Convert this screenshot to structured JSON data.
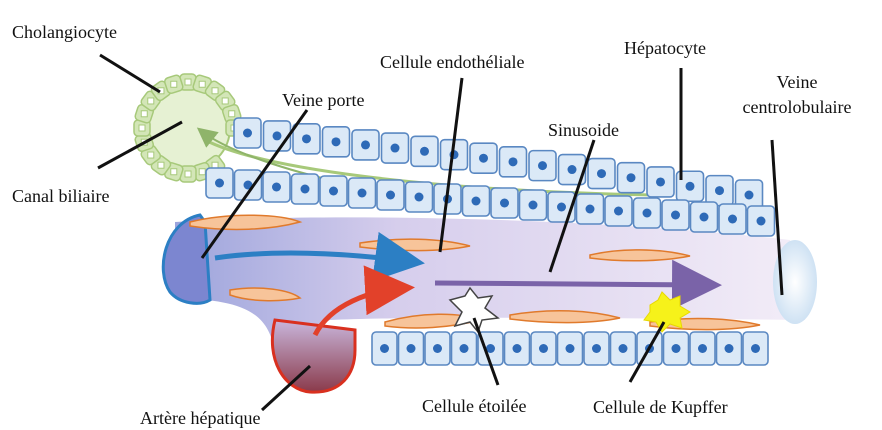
{
  "labels": {
    "cholangiocyte": "Cholangiocyte",
    "canal_biliaire": "Canal biliaire",
    "veine_porte": "Veine porte",
    "cellule_endotheliale": "Cellule endothéliale",
    "hepatocyte": "Hépatocyte",
    "veine_centrolobulaire_1": "Veine",
    "veine_centrolobulaire_2": "centrolobulaire",
    "sinusoide": "Sinusoide",
    "artere_hepatique": "Artère hépatique",
    "cellule_etoilee": "Cellule étoilée",
    "cellule_kupffer": "Cellule de Kupffer"
  },
  "colors": {
    "hepatocyte_fill": "#dbe9f7",
    "hepatocyte_stroke": "#5a88c2",
    "nucleus": "#2e6ab7",
    "bile_duct": "#a7c97a",
    "endothelial": "#f2a05a",
    "portal_flow_arrow": "#2c7fc4",
    "arterial_flow_arrow": "#e2412a",
    "sinusoid_flow_arrow": "#7a63a8",
    "kupffer": "#f6f21a"
  }
}
